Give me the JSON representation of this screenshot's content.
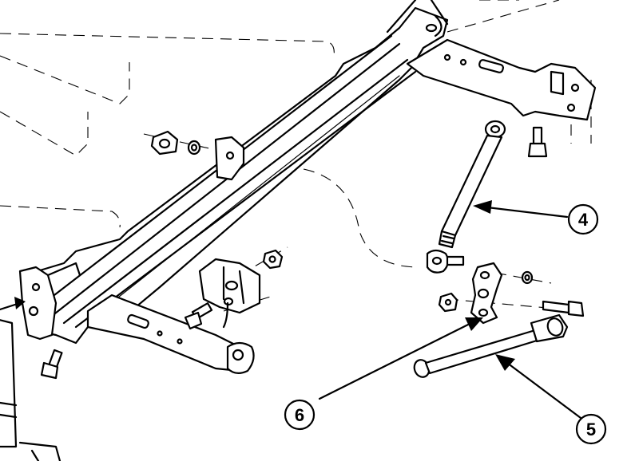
{
  "callouts": [
    {
      "id": "4",
      "label": "4"
    },
    {
      "id": "5",
      "label": "5"
    },
    {
      "id": "6",
      "label": "6"
    }
  ],
  "colors": {
    "line": "#000000",
    "background": "#ffffff"
  }
}
